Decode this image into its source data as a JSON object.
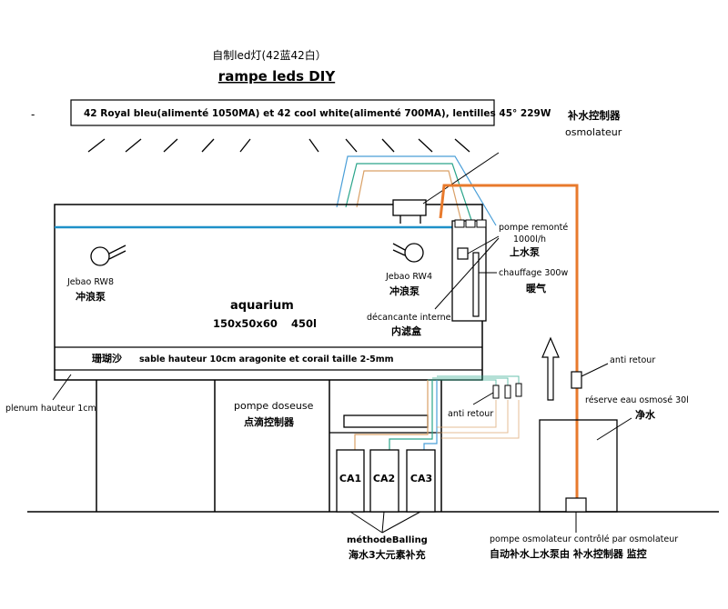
{
  "header": {
    "title_cn": "自制led灯(42蓝42白）",
    "title_fr": "rampe leds DIY",
    "led_spec": "42 Royal bleu(alimenté 1050MA) et 42 cool white(alimenté 700MA), lentilles 45°  229W",
    "dash": "-"
  },
  "labels": {
    "osmo_cn": "补水控制器",
    "osmo_fr": "osmolateur",
    "pump_remonte_fr": "pompe remonté",
    "pump_flow": "1000l/h",
    "pump_remonte_cn": "上水泵",
    "heater_fr": "chauffage 300w",
    "heater_cn": "暖气",
    "jebao_rw8": "Jebao RW8",
    "wavemaker_cn_left": "冲浪泵",
    "jebao_rw4": "Jebao RW4",
    "wavemaker_cn_right": "冲浪泵",
    "aquarium": "aquarium",
    "dimensions": "150x50x60",
    "volume": "450l",
    "decant_fr": "décancante interne",
    "decant_cn": "内滤盒",
    "sand_cn": "珊瑚沙",
    "sand_fr": "sable hauteur 10cm  aragonite et corail taille  2-5mm",
    "plenum": "plenum hauteur 1cm",
    "doser_fr": "pompe doseuse",
    "doser_cn": "点滴控制器",
    "anti_retour_left": "anti retour",
    "anti_retour_right": "anti retour",
    "reservoir_fr": "réserve eau osmosé 30l",
    "reservoir_cn": "净水",
    "ca1": "CA1",
    "ca2": "CA2",
    "ca3": "CA3",
    "balling_fr": "méthodeBalling",
    "balling_cn": "海水3大元素补充",
    "osmo_pump_fr": "pompe osmolateur contrôlé par osmolateur",
    "osmo_pump_cn": "自动补水上水泵由 补水控制器 监控"
  },
  "colors": {
    "water_line": "#1e90c8",
    "osmo_tube": "#e87a2c",
    "wire_blue": "#4a9fd8",
    "wire_teal": "#2aa58a",
    "wire_orange": "#d9a066"
  }
}
